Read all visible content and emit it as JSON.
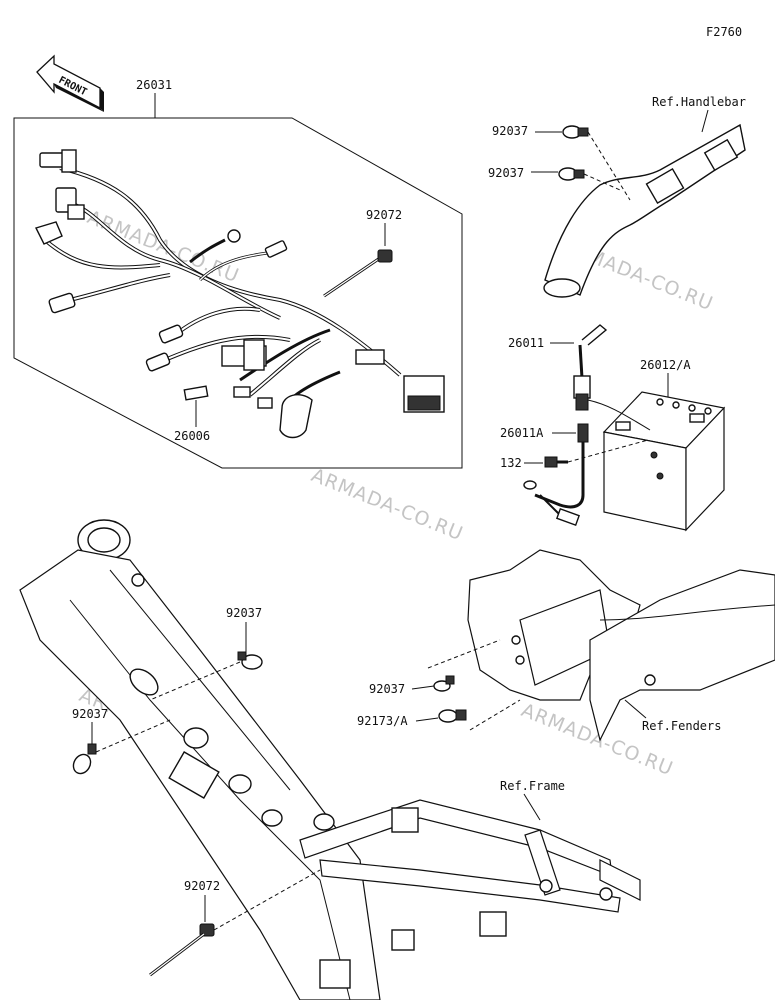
{
  "figure_code": "F2760",
  "front_badge": "FRONT",
  "watermarks": [
    "ARMADA-CO.RU",
    "ARMADA-CO.RU",
    "ARMADA-CO.RU",
    "ARMADA-CO.RU",
    "ARMADA-CO.RU"
  ],
  "labels": {
    "main_harness": "26031",
    "clamp_top_1": "92037",
    "clamp_top_2": "92037",
    "band_harness": "92072",
    "fuse": "26006",
    "lead_26011": "26011",
    "battery": "26012/A",
    "lead_26011a": "26011A",
    "bolt": "132",
    "clamp_frame_1": "92037",
    "clamp_frame_2": "92037",
    "clamp_case": "92037",
    "clamp_92173": "92173/A",
    "band_frame": "92072"
  },
  "refs": {
    "handlebar": "Ref.Handlebar",
    "fenders": "Ref.Fenders",
    "frame": "Ref.Frame"
  }
}
